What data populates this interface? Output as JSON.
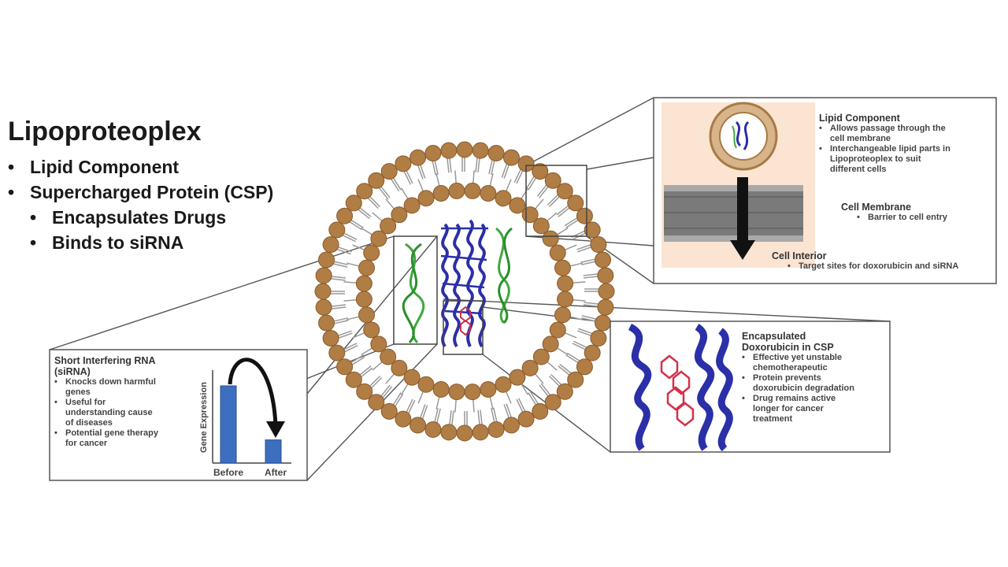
{
  "title": "Lipoproteoplex",
  "bullets": [
    {
      "level": 1,
      "text": "Lipid Component"
    },
    {
      "level": 1,
      "text": "Supercharged Protein (CSP)"
    },
    {
      "level": 2,
      "text": "Encapsulates Drugs"
    },
    {
      "level": 2,
      "text": "Binds to siRNA"
    }
  ],
  "lipid_panel": {
    "heading": "Lipid Component",
    "items": [
      [
        "Allows passage through the",
        "cell membrane"
      ],
      [
        "Interchangeable lipid parts in",
        "Lipoproteoplex to suit",
        "different cells"
      ]
    ],
    "membrane_heading": "Cell Membrane",
    "membrane_item": "Barrier to cell entry",
    "interior_heading": "Cell Interior",
    "interior_item": "Target sites for doxorubicin and siRNA"
  },
  "sirna_panel": {
    "heading_line1": "Short  Interfering RNA",
    "heading_line2": "(siRNA)",
    "items": [
      [
        "Knocks down harmful",
        "genes"
      ],
      [
        "Useful for",
        "understanding cause",
        "of diseases"
      ],
      [
        "Potential gene therapy",
        "for cancer"
      ]
    ],
    "chart_ylabel": "Gene Expression",
    "chart_before": "Before",
    "chart_after": "After"
  },
  "dox_panel": {
    "heading_line1": "Encapsulated",
    "heading_line2": "Doxorubicin in CSP",
    "items": [
      [
        "Effective yet unstable",
        "chemotherapeutic"
      ],
      [
        "Protein prevents",
        "doxorubicin degradation"
      ],
      [
        "Drug remains active",
        "longer for cancer",
        "treatment"
      ]
    ]
  },
  "colors": {
    "lipid_head": "#b07d45",
    "lipid_head_dark": "#8a5a2c",
    "helix_blue": "#2b2fa8",
    "dna_green": "#3ea83e",
    "drug_red": "#c8324a",
    "panel_border": "#555555",
    "bar_blue": "#3d6fc0",
    "cell_bg": "#fbe4d2"
  },
  "gene_expression_chart": {
    "type": "bar",
    "categories": [
      "Before",
      "After"
    ],
    "values": [
      1.0,
      0.3
    ]
  }
}
